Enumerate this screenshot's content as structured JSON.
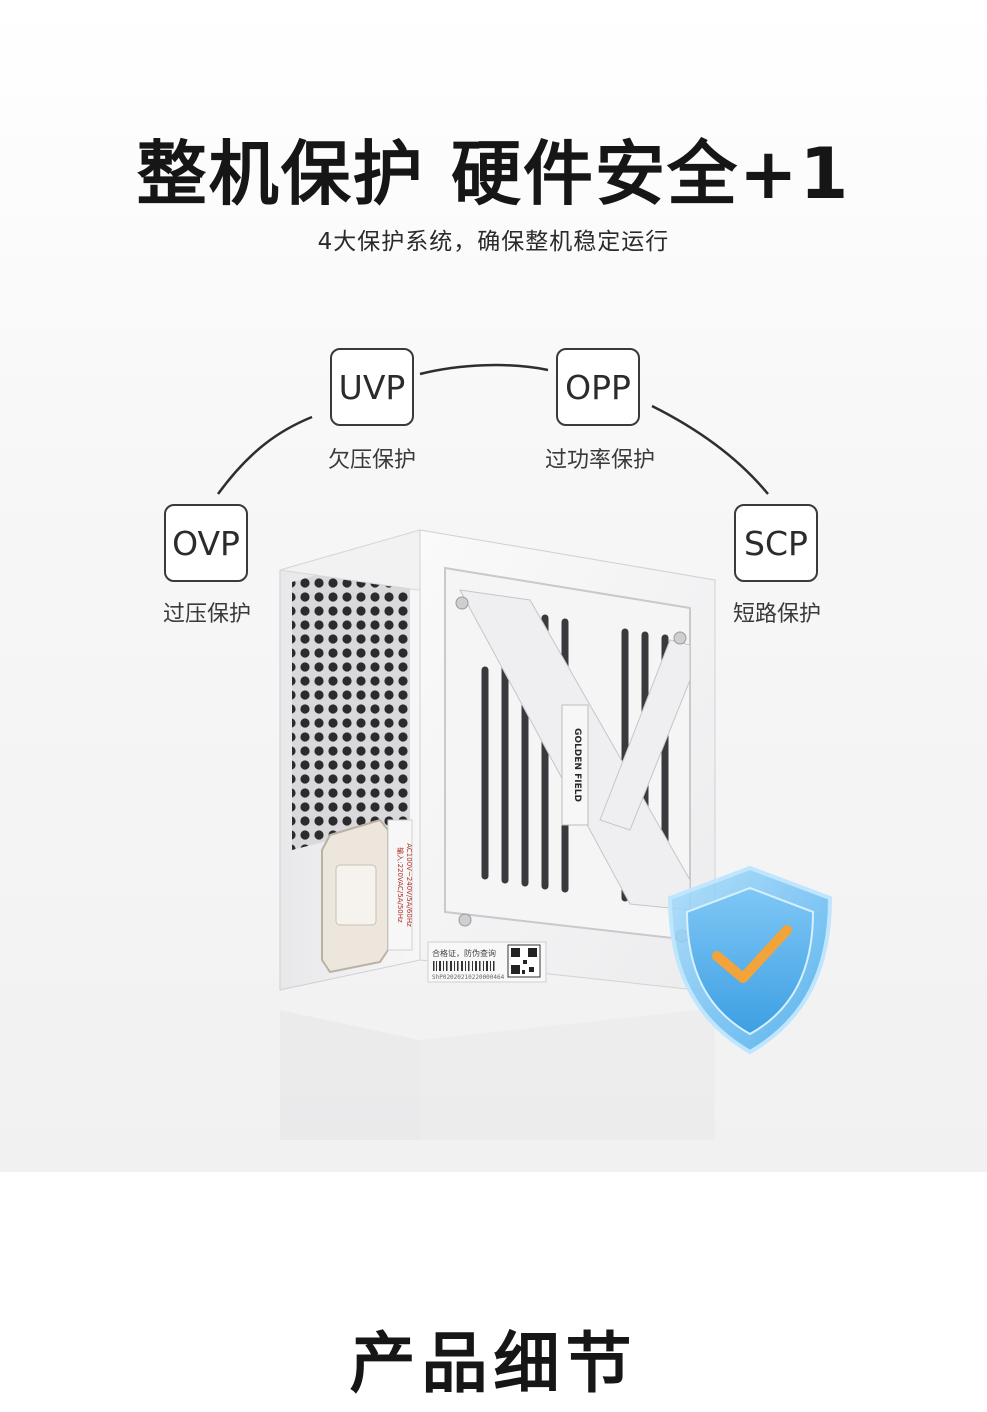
{
  "hero": {
    "headline": "整机保护 硬件安全+1",
    "subhead": "4大保护系统，确保整机稳定运行"
  },
  "protections": {
    "ovp": {
      "code": "OVP",
      "label": "过压保护"
    },
    "uvp": {
      "code": "UVP",
      "label": "欠压保护"
    },
    "opp": {
      "code": "OPP",
      "label": "过功率保护"
    },
    "scp": {
      "code": "SCP",
      "label": "短路保护"
    }
  },
  "product": {
    "brand_text": "GOLDEN FIELD",
    "spec_label": "输入:220VAC/5A/50Hz",
    "spec_label_2": "AC100V~240V/5A/60Hz",
    "cert_label": "合格证，防伪查询",
    "serial": "ShP02020210220000464"
  },
  "section": {
    "title": "产品细节"
  },
  "colors": {
    "accent_shield": "#59b8f0",
    "check": "#f2a33a",
    "psu_body": "#f4f4f5"
  }
}
